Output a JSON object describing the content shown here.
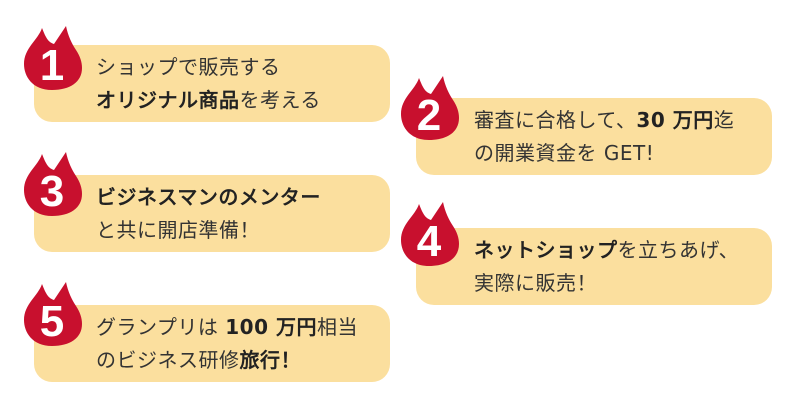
{
  "colors": {
    "card": "#fbdf9e",
    "badge": "#c8102e",
    "badge_text": "#ffffff",
    "text": "#333333"
  },
  "badge_icon": "flame-icon",
  "steps": [
    {
      "number": "1",
      "line1": {
        "a": "ショップで販売する",
        "b": "",
        "c": ""
      },
      "line2": {
        "a": "",
        "b": "オリジナル商品",
        "c": "を考える"
      }
    },
    {
      "number": "2",
      "line1": {
        "a": "審査に合格して、",
        "b": "30 万円",
        "c": "迄"
      },
      "line2": {
        "a": "の開業資金を GET!",
        "b": "",
        "c": ""
      }
    },
    {
      "number": "3",
      "line1": {
        "a": "",
        "b": "ビジネスマンのメンター",
        "c": ""
      },
      "line2": {
        "a": "と共に開店準備！",
        "b": "",
        "c": ""
      }
    },
    {
      "number": "4",
      "line1": {
        "a": "",
        "b": "ネットショップ",
        "c": "を立ちあげ、"
      },
      "line2": {
        "a": "実際に販売！",
        "b": "",
        "c": ""
      }
    },
    {
      "number": "5",
      "line1": {
        "a": "グランプリは ",
        "b": "100 万円",
        "c": "相当"
      },
      "line2": {
        "a": "のビジネス研修",
        "b": "旅行！",
        "c": ""
      }
    }
  ]
}
